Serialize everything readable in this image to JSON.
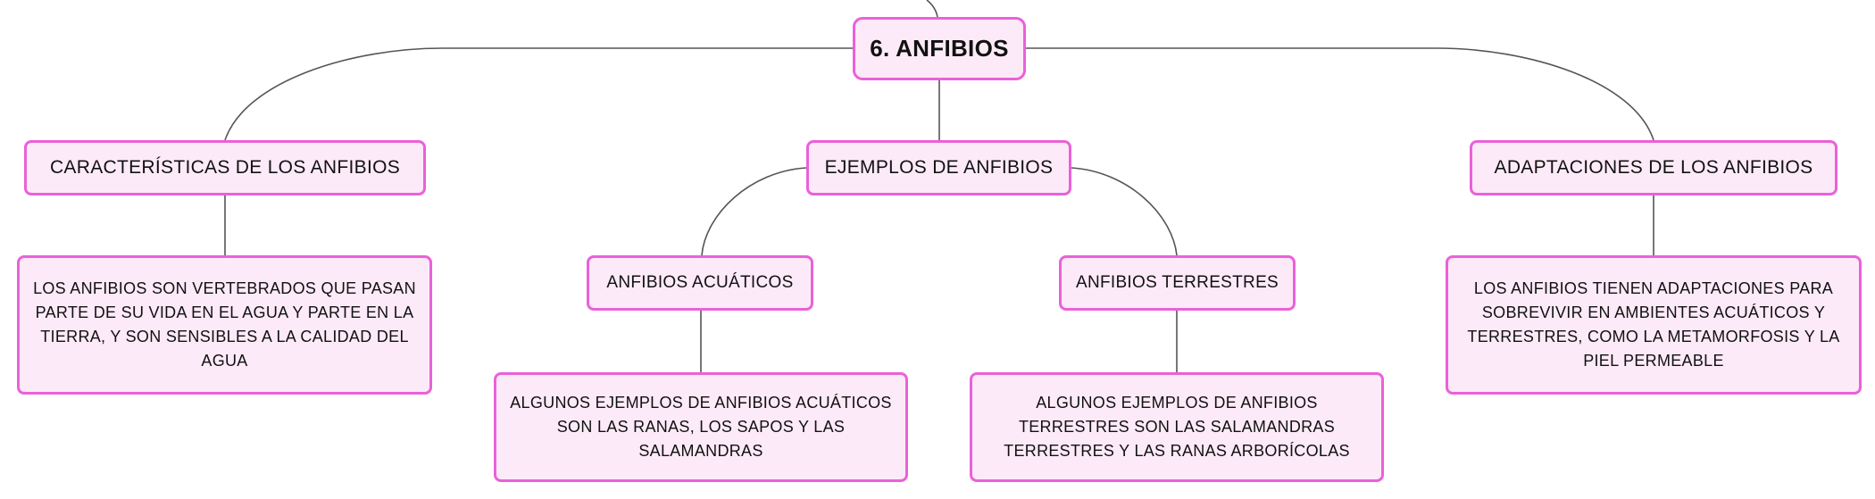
{
  "mindmap": {
    "root": {
      "label": "6. ANFIBIOS"
    },
    "topics": {
      "caracteristicas": {
        "label": "CARACTERÍSTICAS DE LOS ANFIBIOS",
        "description": "LOS ANFIBIOS SON VERTEBRADOS QUE PASAN PARTE DE SU VIDA EN EL AGUA Y PARTE EN LA TIERRA, Y SON SENSIBLES A LA CALIDAD DEL AGUA"
      },
      "ejemplos": {
        "label": "EJEMPLOS DE ANFIBIOS",
        "acuaticos": {
          "label": "ANFIBIOS ACUÁTICOS",
          "description": "ALGUNOS EJEMPLOS DE ANFIBIOS ACUÁTICOS SON LAS RANAS, LOS SAPOS Y LAS SALAMANDRAS"
        },
        "terrestres": {
          "label": "ANFIBIOS TERRESTRES",
          "description": "ALGUNOS EJEMPLOS DE ANFIBIOS TERRESTRES SON LAS SALAMANDRAS TERRESTRES Y LAS RANAS ARBORÍCOLAS"
        }
      },
      "adaptaciones": {
        "label": "ADAPTACIONES DE LOS ANFIBIOS",
        "description": "LOS ANFIBIOS TIENEN ADAPTACIONES PARA SOBREVIVIR EN AMBIENTES ACUÁTICOS Y TERRESTRES, COMO LA METAMORFOSIS Y LA PIEL PERMEABLE"
      }
    }
  },
  "colors": {
    "node_border": "#ea61d9",
    "node_fill": "#fdeaf8",
    "connector": "#555555",
    "text": "#111111"
  }
}
